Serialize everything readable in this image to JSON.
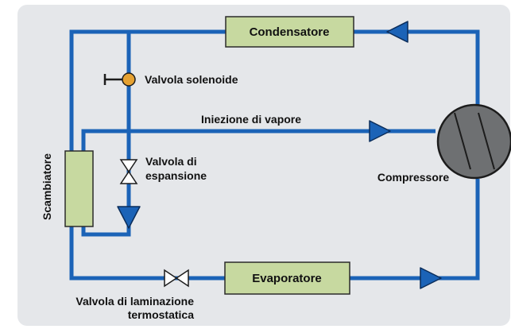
{
  "colors": {
    "panel": "#e5e7ea",
    "pipe": "#1b63b7",
    "box_fill": "#c7d9a0",
    "box_stroke": "#2b2b2b",
    "compressor_fill": "#6e7072",
    "valve_fill": "#e6a232"
  },
  "components": {
    "condenser": "Condensatore",
    "evaporator": "Evaporatore",
    "exchanger": "Scambiatore",
    "compressor": "Compressore"
  },
  "labels": {
    "solenoid_valve": "Valvola solenoide",
    "vapor_injection": "Iniezione di vapore",
    "expansion_valve_line1": "Valvola di",
    "expansion_valve_line2": "espansione",
    "txv_line1": "Valvola di laminazione",
    "txv_line2": "termostatica"
  }
}
